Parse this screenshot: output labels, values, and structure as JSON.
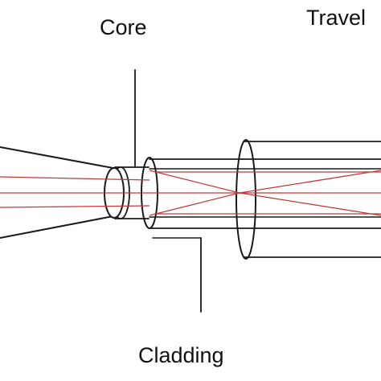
{
  "labels": {
    "core": "Core",
    "traveling": "Travel",
    "cladding": "Cladding"
  },
  "colors": {
    "outline": "#1a1a1a",
    "ray": "#c0393b",
    "background": "#ffffff"
  }
}
